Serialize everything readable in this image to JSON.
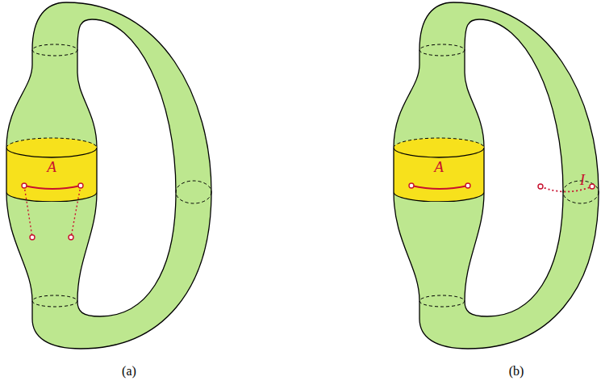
{
  "diagram": {
    "nodes": [
      {
        "text": [
          "A"
        ]
      },
      {
        "text": [
          "A"
        ]
      }
    ],
    "labels": [
      "I",
      "(a)",
      "(b)"
    ]
  }
}
